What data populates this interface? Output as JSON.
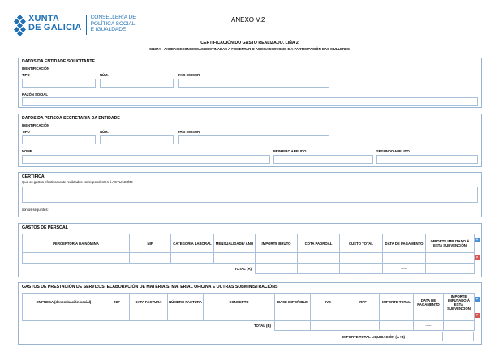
{
  "header": {
    "logo_line1": "XUNTA",
    "logo_line2": "DE GALICIA",
    "logo_sub1": "CONSELLERÍA DE",
    "logo_sub2": "POLÍTICA SOCIAL",
    "logo_sub3": "E IGUALDADE",
    "annex": "ANEXO V.2",
    "title": "CERTIFICACIÓN DO GASTO REALIZADO. LIÑA 2",
    "subtitle": "SI437A - AXUDAS ECONÓMICAS DESTINADAS A FOMENTAR O ASOCIACIONISMO E A PARTICIPACIÓN DAS MULLERES"
  },
  "entidade": {
    "title": "DATOS DA ENTIDADE SOLICITANTE",
    "identificacion": "IDENTIFICACIÓN",
    "tipo": "TIPO",
    "num": "NÚM.",
    "pais": "PAÍS EMISOR",
    "razon": "RAZÓN SOCIAL"
  },
  "secretaria": {
    "title": "DATOS DA PERSOA SECRETARIA DA ENTIDADE",
    "identificacion": "IDENTIFICACIÓN",
    "tipo": "TIPO",
    "num": "NÚM.",
    "pais": "PAÍS EMISOR",
    "nome": "NOME",
    "primeiro": "PRIMEIRO APELIDO",
    "segundo": "SEGUNDO APELIDO"
  },
  "certifica": {
    "title": "CERTIFICA:",
    "text": "Que os gastos efectivamente realizados correspondentes á ACTUACIÓN:",
    "footer": "son os seguintes:"
  },
  "persoal": {
    "title": "GASTOS DE PERSOAL",
    "headers": [
      "PERCEPTOR/A DA NÓMINA",
      "NIF",
      "CATEGORÍA LABORAL",
      "MENSUALIDADE/ ANO",
      "IMPORTE BRUTO",
      "COTA PADROAL",
      "CUSTO TOTAL",
      "DATA DE PAGAMENTO",
      "IMPORTE IMPUTADO Á ESTA SUBVENCIÓN"
    ],
    "total_label": "TOTAL (A)",
    "dashes": "-----"
  },
  "prestacion": {
    "title": "GASTOS DE PRESTACIÓN DE SERVIZOS, ELABORACIÓN DE MATERIAIS, MATERIAL OFICINA E OUTRAS SUBMINISTRACIÓNS",
    "headers": [
      "EMPRESA (denominación social)",
      "NIF",
      "DATA FACTURA",
      "NÚMERO FACTURA",
      "CONCEPTO",
      "BASE IMPOÑIBLE",
      "IVE",
      "IRPF",
      "IMPORTE TOTAL",
      "DATA DE PAGAMENTO",
      "IMPORTE IMPUTADO Á ESTA SUBVENCIÓN"
    ],
    "total_label": "TOTAL (B)",
    "dashes": "-----",
    "final_label": "IMPORTE TOTAL LIQUIDACIÓN (A+B)"
  },
  "buttons": {
    "add": "+",
    "remove": "×"
  },
  "colors": {
    "brand": "#1f6fb5",
    "border": "#9ab3cf",
    "add": "#4a8fd4",
    "remove": "#d9534f"
  }
}
